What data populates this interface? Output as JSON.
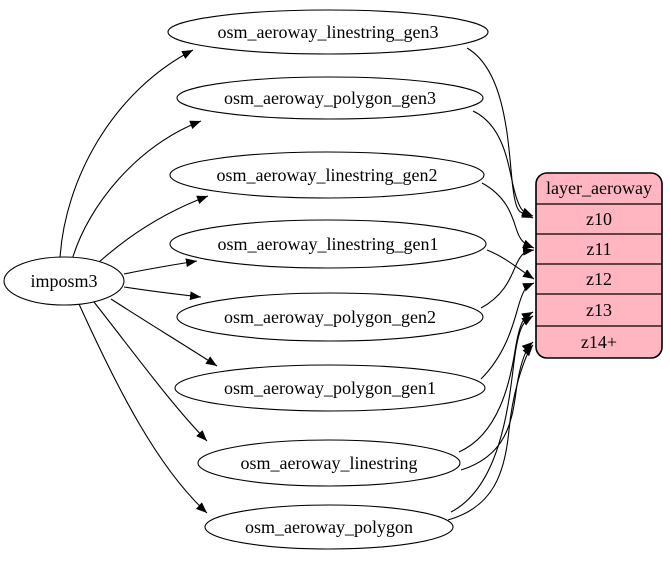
{
  "diagram": {
    "type": "etl-graph",
    "background": "#ffffff",
    "stroke_color": "#000000",
    "source_node": {
      "label": "imposm3"
    },
    "table_nodes": [
      {
        "label": "osm_aeroway_linestring_gen3"
      },
      {
        "label": "osm_aeroway_polygon_gen3"
      },
      {
        "label": "osm_aeroway_linestring_gen2"
      },
      {
        "label": "osm_aeroway_linestring_gen1"
      },
      {
        "label": "osm_aeroway_polygon_gen2"
      },
      {
        "label": "osm_aeroway_polygon_gen1"
      },
      {
        "label": "osm_aeroway_linestring"
      },
      {
        "label": "osm_aeroway_polygon"
      }
    ],
    "layer_node": {
      "title": "layer_aeroway",
      "fill": "#ffb6c1",
      "rows": [
        "z10",
        "z11",
        "z12",
        "z13",
        "z14+"
      ]
    },
    "edges": [
      {
        "from": "imposm3",
        "to": "osm_aeroway_linestring_gen3"
      },
      {
        "from": "imposm3",
        "to": "osm_aeroway_polygon_gen3"
      },
      {
        "from": "imposm3",
        "to": "osm_aeroway_linestring_gen2"
      },
      {
        "from": "imposm3",
        "to": "osm_aeroway_linestring_gen1"
      },
      {
        "from": "imposm3",
        "to": "osm_aeroway_polygon_gen2"
      },
      {
        "from": "imposm3",
        "to": "osm_aeroway_polygon_gen1"
      },
      {
        "from": "imposm3",
        "to": "osm_aeroway_linestring"
      },
      {
        "from": "imposm3",
        "to": "osm_aeroway_polygon"
      },
      {
        "from": "osm_aeroway_linestring_gen3",
        "to": "layer_aeroway:z10"
      },
      {
        "from": "osm_aeroway_polygon_gen3",
        "to": "layer_aeroway:z10"
      },
      {
        "from": "osm_aeroway_linestring_gen2",
        "to": "layer_aeroway:z11"
      },
      {
        "from": "osm_aeroway_polygon_gen2",
        "to": "layer_aeroway:z11"
      },
      {
        "from": "osm_aeroway_linestring_gen1",
        "to": "layer_aeroway:z12"
      },
      {
        "from": "osm_aeroway_polygon_gen1",
        "to": "layer_aeroway:z12"
      },
      {
        "from": "osm_aeroway_linestring",
        "to": "layer_aeroway:z13"
      },
      {
        "from": "osm_aeroway_linestring",
        "to": "layer_aeroway:z14+"
      },
      {
        "from": "osm_aeroway_polygon",
        "to": "layer_aeroway:z13"
      },
      {
        "from": "osm_aeroway_polygon",
        "to": "layer_aeroway:z14+"
      }
    ]
  }
}
